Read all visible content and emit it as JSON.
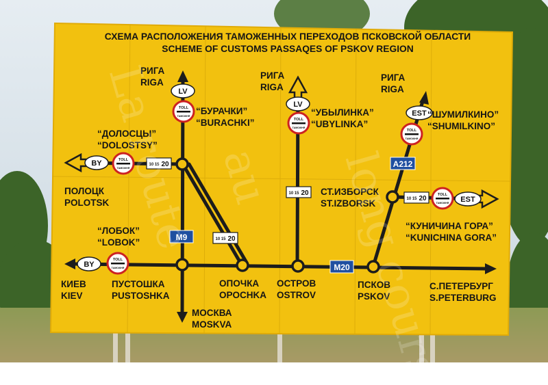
{
  "colors": {
    "board": "#f2c10f",
    "sky": "#dde6ee",
    "trees": "#3d6a2a",
    "grass": "#9a9a5a",
    "road": "#1c1c1c",
    "badge_blue": "#1f4fa0"
  },
  "sign": {
    "title_ru": "СХЕМА РАСПОЛОЖЕНИЯ ТАМОЖЕННЫХ ПЕРЕХОДОВ ПСКОВСКОЙ ОБЛАСТИ",
    "title_en": "SCHEME OF CUSTOMS PASSAQES OF PSKOV REGION",
    "places": {
      "riga_ru": "РИГА",
      "riga_en": "RIGA",
      "burachki_ru": "“БУРАЧКИ”",
      "burachki_en": "“BURACHKI”",
      "ubylinka_ru": "“УБЫЛИНКА”",
      "ubylinka_en": "“UBYLINKA”",
      "shumilkino_ru": "“ШУМИЛКИНО”",
      "shumilkino_en": "“SHUMILKINO”",
      "dolostsy_ru": "“ДОЛОСЦЫ”",
      "dolostsy_en": "“DOLOSTSY”",
      "polotsk_ru": "ПОЛОЦК",
      "polotsk_en": "POLOTSK",
      "izborsk_ru": "СТ.ИЗБОРСК",
      "izborsk_en": "ST.IZBORSK",
      "lobok_ru": "“ЛОБОК”",
      "lobok_en": "“LOBOK”",
      "kunichina_ru": "“КУНИЧИНА ГОРА”",
      "kunichina_en": "“KUNICHINA GORA”",
      "kiev_ru": "КИЕВ",
      "kiev_en": "KIEV",
      "pustoshka_ru": "ПУСТОШКА",
      "pustoshka_en": "PUSTOSHKA",
      "opochka_ru": "ОПОЧКА",
      "opochka_en": "OPOCHKA",
      "ostrov_ru": "ОСТРОВ",
      "ostrov_en": "OSTROV",
      "pskov_ru": "ПСКОВ",
      "pskov_en": "PSKOV",
      "spb_ru": "С.ПЕТЕРБУРГ",
      "spb_en": "S.PETERBURG",
      "moskva_ru": "МОСКВА",
      "moskva_en": "MOSKVA"
    },
    "badges": {
      "lv": "LV",
      "by": "BY",
      "est": "EST",
      "toll": "TOLL",
      "customs": "ТАМОЖНЯ",
      "a212": "A212",
      "m9": "M9",
      "m20": "M20",
      "time": "20",
      "time_small": "10 15"
    }
  },
  "watermark": {
    "line1": "La route",
    "line2": "au",
    "line3": "long cours"
  }
}
